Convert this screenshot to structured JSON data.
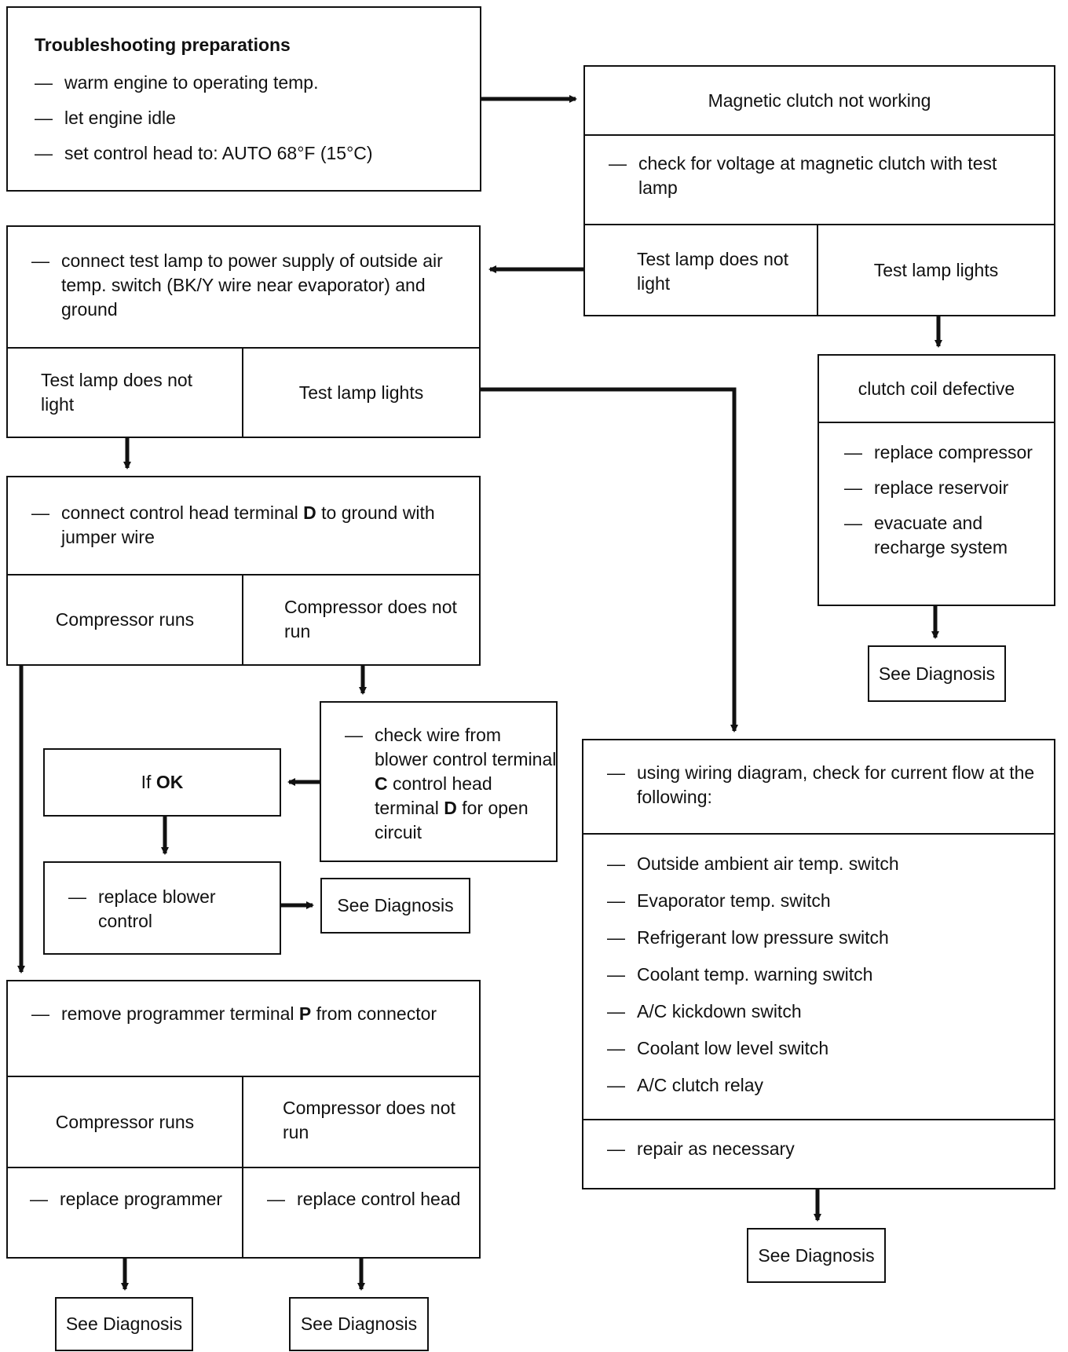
{
  "prep": {
    "title": "Troubleshooting preparations",
    "items": [
      "warm engine to operating temp.",
      "let engine idle",
      "set control head to: AUTO 68°F (15°C)"
    ]
  },
  "magnetic": {
    "title": "Magnetic clutch not working",
    "check": "check for voltage at magnetic clutch with test lamp",
    "no_light": "Test lamp does not light",
    "lights": "Test lamp lights"
  },
  "outside": {
    "check": "connect test lamp to power supply of outside air temp. switch (BK/Y wire near evaporator) and ground",
    "no_light": "Test lamp does not light",
    "lights": "Test lamp lights"
  },
  "clutch_coil": {
    "title": "clutch coil defective",
    "items": [
      "replace compressor",
      "replace reservoir",
      "evacuate and recharge system"
    ]
  },
  "jumper": {
    "check_pre": "connect control head terminal ",
    "check_bold": "D",
    "check_post": " to ground with jumper wire",
    "runs": "Compressor runs",
    "not_runs": "Compressor does not run"
  },
  "wire": {
    "p1": "check wire from blower control terminal ",
    "b1": "C",
    "p2": " control head terminal ",
    "b2": "D",
    "p3": " for open circuit"
  },
  "if_ok": {
    "pre": "If ",
    "bold": "OK"
  },
  "blower": {
    "text": "replace blower control"
  },
  "programmer": {
    "check_pre": "remove programmer terminal ",
    "check_bold": "P",
    "check_post": " from connector",
    "runs": "Compressor runs",
    "not_runs": "Compressor does not run",
    "replace_prog": "replace programmer",
    "replace_head": "replace control head"
  },
  "wiring": {
    "check": "using wiring diagram, check for current flow at the following:",
    "items": [
      "Outside ambient air temp. switch",
      "Evaporator temp. switch",
      "Refrigerant low pressure switch",
      "Coolant temp. warning switch",
      "A/C kickdown switch",
      "Coolant low level switch",
      "A/C clutch relay"
    ],
    "repair": "repair as necessary"
  },
  "see_diag": "See Diagnosis",
  "dash": "—",
  "colors": {
    "line": "#111111",
    "background": "#ffffff"
  }
}
